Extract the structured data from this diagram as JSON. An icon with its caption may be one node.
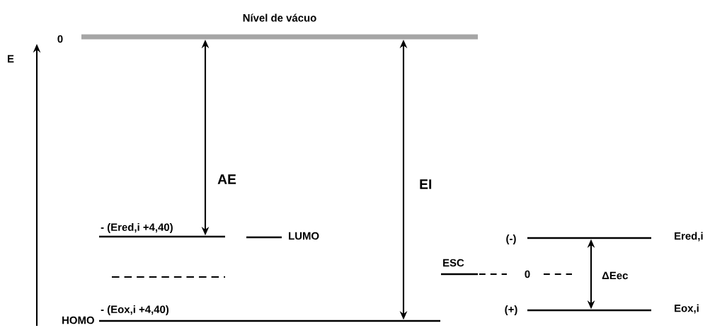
{
  "diagram": {
    "nodes": [
      {
        "text": [
          "Nível de vácuo"
        ],
        "beside": [
          "0"
        ]
      },
      {
        "text": [
          "- (Ered,i +4,40)"
        ]
      },
      {
        "text": [
          "LUMO"
        ]
      },
      {
        "text": [
          "- (Eox,i +4,40)"
        ],
        "beside": [
          "HOMO"
        ]
      },
      {
        "text": [
          "ESC"
        ]
      },
      {
        "text": [
          "Ered,i"
        ],
        "beside": [
          "(-)"
        ]
      },
      {
        "text": [
          "Eox,i"
        ],
        "beside": [
          "(+)"
        ]
      }
    ],
    "edges": [
      {
        "from": 0,
        "to": 1,
        "arrow": "both",
        "label": "AE"
      },
      {
        "from": 0,
        "to": 3,
        "arrow": "both",
        "label": "EI"
      },
      {
        "from": 5,
        "to": 6,
        "arrow": "both",
        "label": "ΔEec"
      }
    ],
    "labels": [
      "E",
      "0"
    ]
  }
}
